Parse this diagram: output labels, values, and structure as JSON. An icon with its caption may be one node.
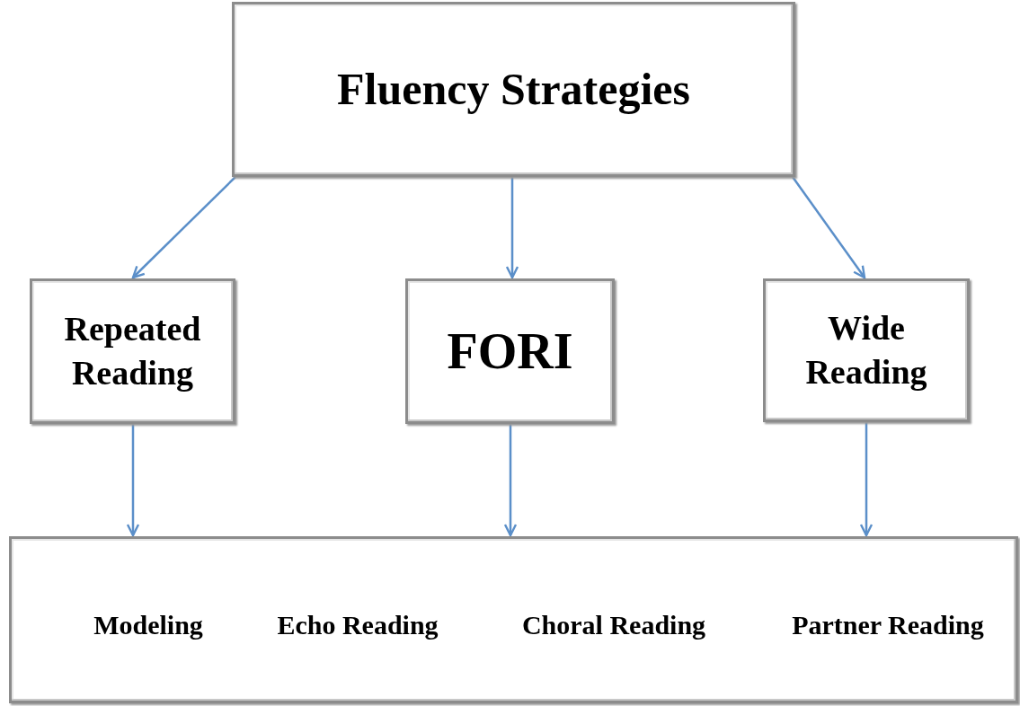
{
  "diagram": {
    "nodes": [
      {
        "text": [
          "Fluency Strategies"
        ]
      },
      {
        "text": [
          "Repeated Reading"
        ]
      },
      {
        "text": [
          "FORI"
        ]
      },
      {
        "text": [
          "Wide Reading"
        ]
      },
      {
        "text": [
          "Modeling",
          "Echo Reading",
          "Choral Reading",
          "Partner Reading"
        ]
      }
    ],
    "edges": [
      {
        "from": 0,
        "to": 1,
        "arrow": "to"
      },
      {
        "from": 0,
        "to": 2,
        "arrow": "to"
      },
      {
        "from": 0,
        "to": 3,
        "arrow": "to"
      },
      {
        "from": 1,
        "to": 4,
        "arrow": "to"
      },
      {
        "from": 2,
        "to": 4,
        "arrow": "to"
      },
      {
        "from": 3,
        "to": 4,
        "arrow": "to"
      }
    ]
  }
}
